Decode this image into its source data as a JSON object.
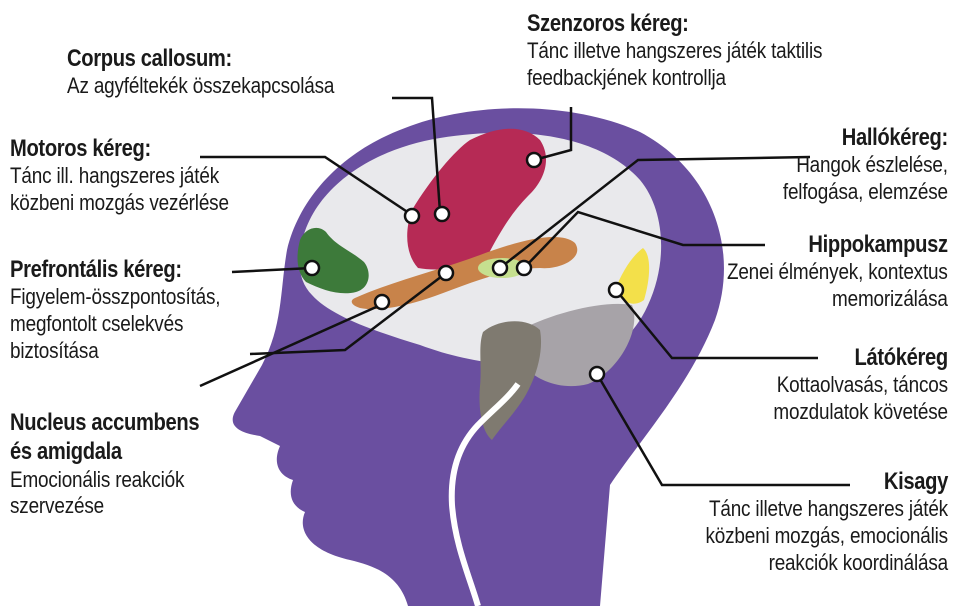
{
  "labels": {
    "corpus_callosum": {
      "title": "Corpus callosum:",
      "desc": "Az agyféltekék összekapcsolása"
    },
    "szenzoros_kereg": {
      "title": "Szenzoros kéreg:",
      "desc": "Tánc illetve hangszeres játék taktilis\nfeedbackjének kontrollja"
    },
    "motoros_kereg": {
      "title": "Motoros kéreg:",
      "desc": "Tánc ill. hangszeres játék\nközbeni mozgás vezérlése"
    },
    "hallokereg": {
      "title": "Hallókéreg:",
      "desc": "Hangok észlelése,\nfelfogása, elemzése"
    },
    "hippokampusz": {
      "title": "Hippokampusz",
      "desc": "Zenei élmények, kontextus\nmemorizálása"
    },
    "prefrontalis_kereg": {
      "title": "Prefrontális kéreg:",
      "desc": "Figyelem-összpontosítás,\nmegfontolt cselekvés\nbiztosítása"
    },
    "latokereg": {
      "title": "Látókéreg",
      "desc": "Kottaolvasás, táncos\nmozdulatok követése"
    },
    "nucleus_accumbens": {
      "title": "Nucleus accumbens\nés amigdala",
      "desc": "Emocionális reakciók\nszervezése"
    },
    "kisagy": {
      "title": "Kisagy",
      "desc": "Tánc illetve hangszeres játék\nközbeni mozgás, emocionális\nreakciók koordinálása"
    }
  },
  "colors": {
    "head": "#6a4fa0",
    "brain": "#e9e9ec",
    "motor_sensory": "#b62a55",
    "prefrontal": "#3d7a3a",
    "corpus_callosum": "#c8834a",
    "visual_cortex": "#f3e04a",
    "cerebellum": "#a7a3a8",
    "brainstem": "#7f7a70",
    "hippocampus": "#c6e08f",
    "leader_line": "#111111"
  }
}
